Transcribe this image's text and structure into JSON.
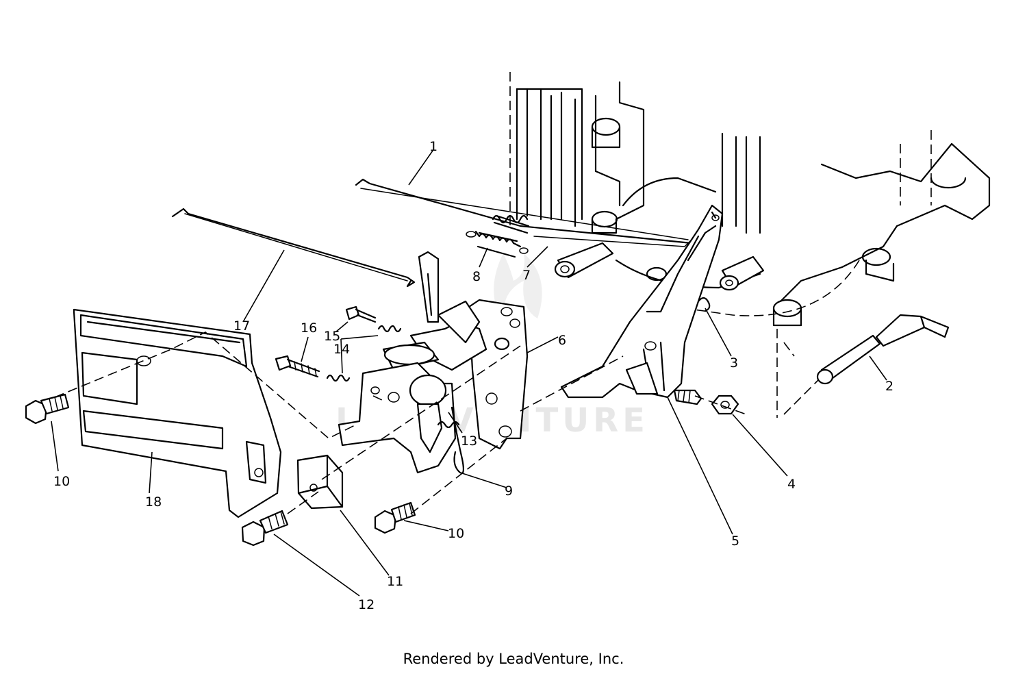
{
  "diagram": {
    "part_labels": [
      "1",
      "2",
      "3",
      "4",
      "5",
      "6",
      "7",
      "8",
      "9",
      "10",
      "10",
      "11",
      "12",
      "13",
      "14",
      "15",
      "16",
      "17",
      "18"
    ],
    "watermark": "LEADVENTURE"
  },
  "footer": {
    "credit": "Rendered by LeadVenture, Inc."
  }
}
